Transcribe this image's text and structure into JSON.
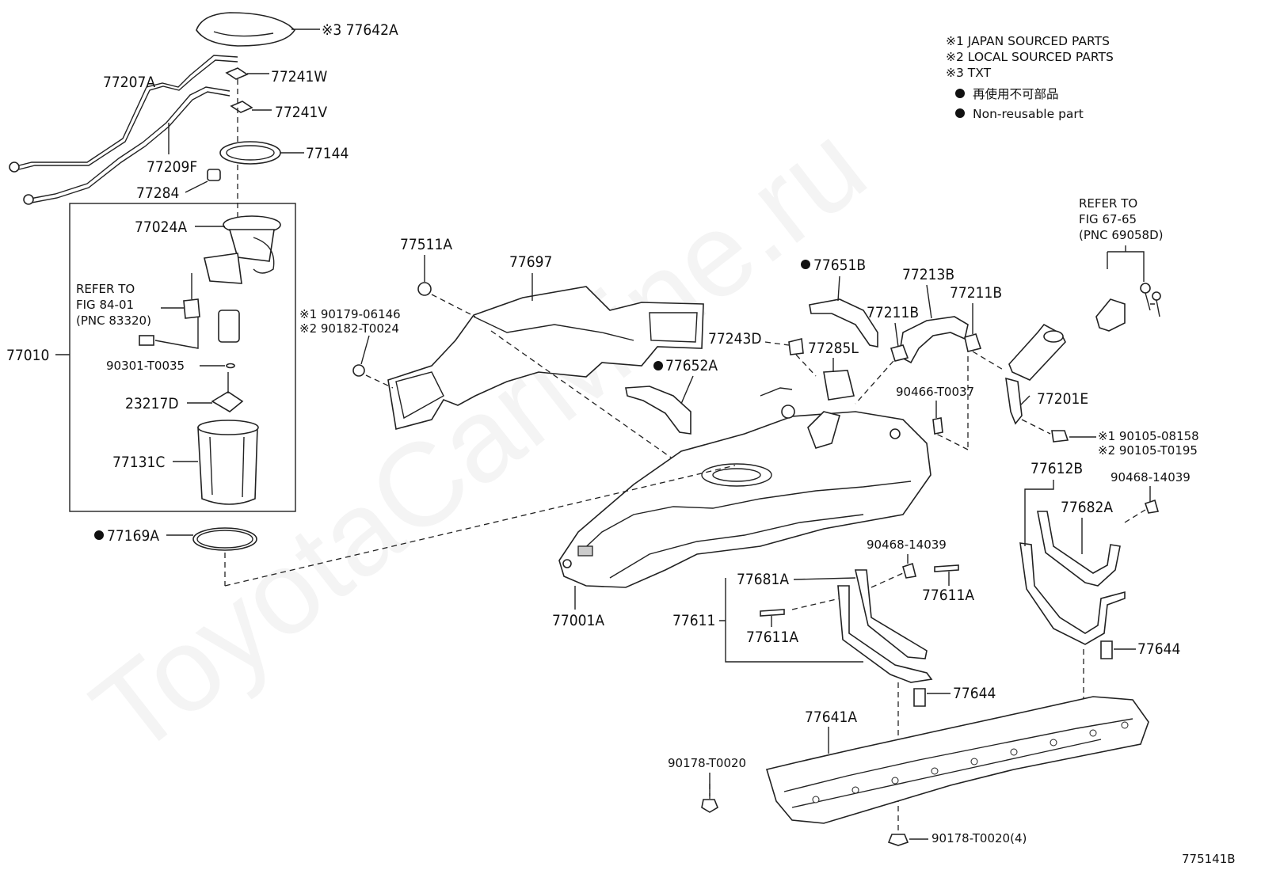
{
  "watermark": "ToyotaCarMine.ru",
  "legend": {
    "items": [
      "※1 JAPAN SOURCED PARTS",
      "※2 LOCAL SOURCED PARTS",
      "※3 TXT"
    ],
    "bullet_items": [
      "再使用不可部品",
      "Non-reusable part"
    ]
  },
  "refer_left": [
    "REFER TO",
    "FIG 84-01",
    "(PNC 83320)"
  ],
  "refer_right": [
    "REFER TO",
    "FIG 67-65",
    "(PNC 69058D)"
  ],
  "labels": {
    "l77642A": "※3 77642A",
    "l77207A": "77207A",
    "l77241W": "77241W",
    "l77241V": "77241V",
    "l77144": "77144",
    "l77209F": "77209F",
    "l77284": "77284",
    "l77024A": "77024A",
    "l77010": "77010",
    "l90301": "90301-T0035",
    "l23217D": "23217D",
    "l77131C": "77131C",
    "l77169A": "77169A",
    "l77511A": "77511A",
    "l77697": "77697",
    "l90179": "※1 90179-06146",
    "l90182": "※2 90182-T0024",
    "l77651B": "77651B",
    "l77213B": "77213B",
    "l77211B_a": "77211B",
    "l77211B_b": "77211B",
    "l77243D": "77243D",
    "l77285L": "77285L",
    "l77652A": "77652A",
    "l90466": "90466-T0037",
    "l77201E": "77201E",
    "l90105_1": "※1 90105-08158",
    "l90105_2": "※2 90105-T0195",
    "l77612B": "77612B",
    "l90468_a": "90468-14039",
    "l77682A": "77682A",
    "l90468_b": "90468-14039",
    "l77681A": "77681A",
    "l77611A_a": "77611A",
    "l77001A": "77001A",
    "l77611": "77611",
    "l77611A_b": "77611A",
    "l77644_a": "77644",
    "l77644_b": "77644",
    "l77641A": "77641A",
    "l90178_a": "90178-T0020",
    "l90178_b": "90178-T0020(4)",
    "l775141B": "775141B"
  }
}
